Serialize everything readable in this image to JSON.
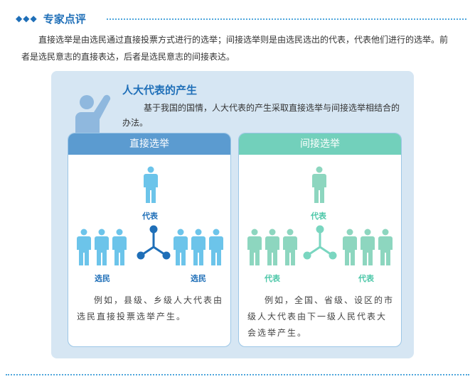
{
  "section": {
    "icon": "diamonds-icon",
    "diamonds": "◆◆◆",
    "title": "专家点评"
  },
  "intro": "直接选举是由选民通过直接投票方式进行的选举；间接选举则是由选民选出的代表，代表他们进行的选举。前者是选民意志的直接表达，后者是选民意志的间接表达。",
  "panel": {
    "title": "人大代表的产生",
    "desc": "基于我国的国情，人大代表的产生采取直接选举与间接选举相结合的办法。",
    "cards": [
      {
        "title": "直接选举",
        "top_label": "代表",
        "left_label": "选民",
        "right_label": "选民",
        "text": "例如，县级、乡级人大代表由选民直接投票选举产生。",
        "color": "#5b9bd0",
        "figure_color": "#6cc4ea",
        "label_color": "#1f6fb8"
      },
      {
        "title": "间接选举",
        "top_label": "代表",
        "left_label": "代表",
        "right_label": "代表",
        "text": "例如，全国、省级、设区的市级人大代表由下一级人民代表大会选举产生。",
        "color": "#72d0bb",
        "figure_color": "#8dd6bf",
        "label_color": "#4cc7a8"
      }
    ]
  },
  "colors": {
    "accent": "#1f6fb8",
    "panel_bg": "#d6e6f3"
  }
}
